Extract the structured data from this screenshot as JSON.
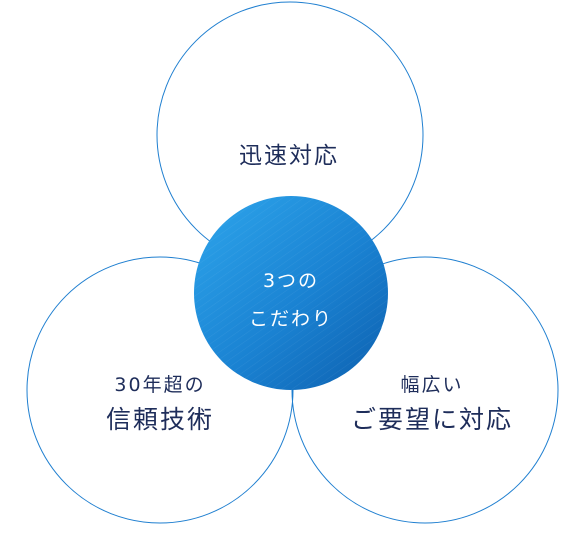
{
  "diagram": {
    "center": {
      "line1": "3つの",
      "line2": "こだわり"
    },
    "circles": [
      {
        "sub": "",
        "main": "迅速対応"
      },
      {
        "sub": "30年超の",
        "main": "信頼技術"
      },
      {
        "sub": "幅広い",
        "main": "ご要望に対応"
      }
    ],
    "colors": {
      "ring": "#1f7fd0",
      "center_light": "#2ea0e8",
      "center_dark": "#1066b4",
      "text": "#1e2d5a"
    }
  }
}
